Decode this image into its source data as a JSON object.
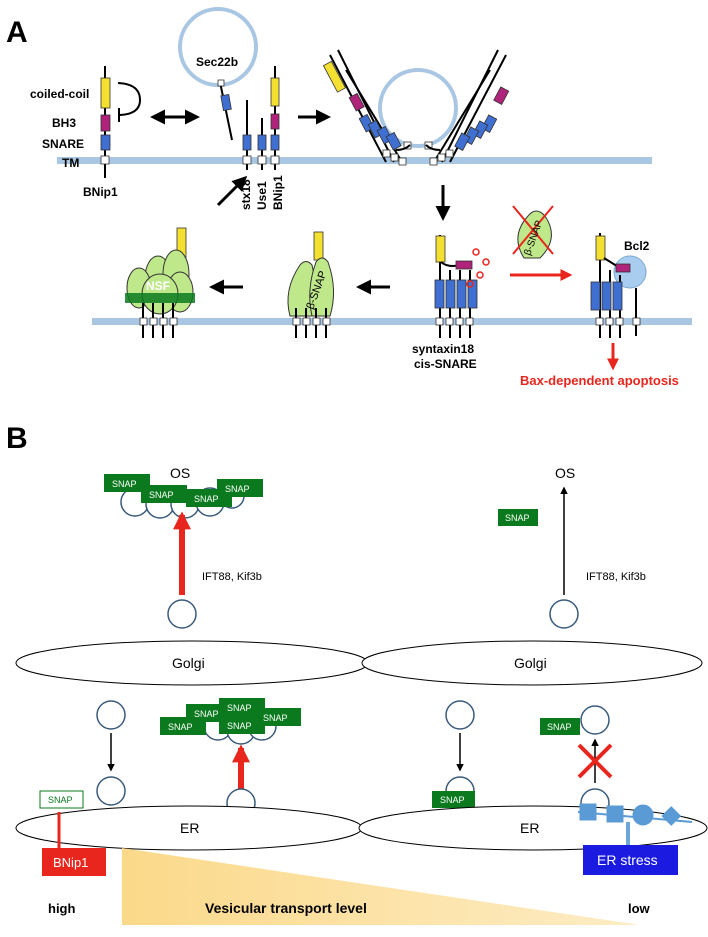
{
  "panel_a": {
    "label": "A",
    "domain_labels": {
      "coiled_coil": "coiled-coil",
      "bh3": "BH3",
      "snare": "SNARE",
      "tm": "TM",
      "bnip1": "BNip1"
    },
    "vesicle_label": "Sec22b",
    "complex_labels": {
      "stx18": "stx18",
      "use1": "Use1",
      "bnip1": "BNip1"
    },
    "nsf_label": "NSF",
    "beta_snap_label": "β-SNAP",
    "syntaxin_label_1": "syntaxin18",
    "syntaxin_label_2": "cis-SNARE",
    "bcl2_label": "Bcl2",
    "apoptosis_label": "Bax-dependent apoptosis"
  },
  "panel_b": {
    "label": "B",
    "snap_label": "SNAP",
    "os_label": "OS",
    "motor_label": "IFT88, Kif3b",
    "golgi_label": "Golgi",
    "er_label": "ER",
    "bnip1_box": "BNip1",
    "er_stress_box": "ER stress",
    "high_label": "high",
    "low_label": "low",
    "gradient_label": "Vesicular transport level"
  },
  "colors": {
    "membrane": "#a9c7e3",
    "coiled_coil": "#f4e030",
    "bh3": "#b0237a",
    "snare": "#3f6fd1",
    "snap_box": "#0b7a1e",
    "red_arrow": "#e8261d",
    "er_stress": "#1a1ae0",
    "gradient": "#fbd98a",
    "pale_green": "#bfe88a",
    "bcl2": "#a9cdee"
  }
}
